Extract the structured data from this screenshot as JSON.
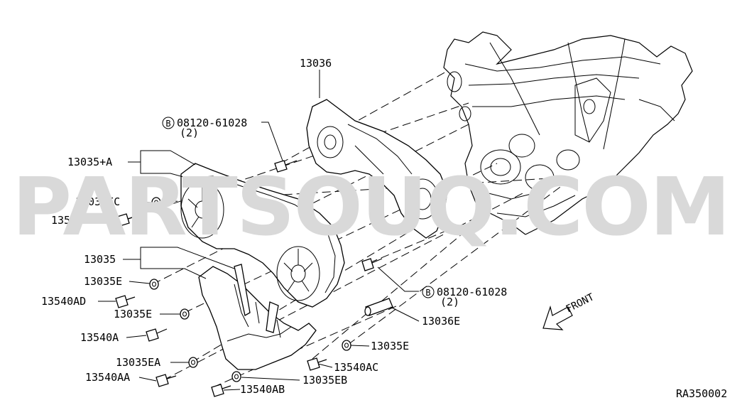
{
  "watermark": "PARTSOUQ.COM",
  "diagram_code": "RA350002",
  "front_label": "FRONT",
  "labels": {
    "p13036": "13036",
    "b_upper_num": "08120-61028",
    "b_upper_qty": "(2)",
    "p13035a": "13035+A",
    "p13035ec": "13035EC",
    "p13540a_top": "13540A",
    "p13035": "13035",
    "p13035e_1": "13035E",
    "p13540ad": "13540AD",
    "p13035e_2": "13035E",
    "p13540a_mid": "13540A",
    "p13035ea": "13035EA",
    "p13540aa": "13540AA",
    "p13540ab": "13540AB",
    "p13035eb": "13035EB",
    "p13540ac": "13540AC",
    "p13035e_3": "13035E",
    "p13036e": "13036E",
    "b_lower_num": "08120-61028",
    "b_lower_qty": "(2)",
    "bolt_marker": "B"
  }
}
